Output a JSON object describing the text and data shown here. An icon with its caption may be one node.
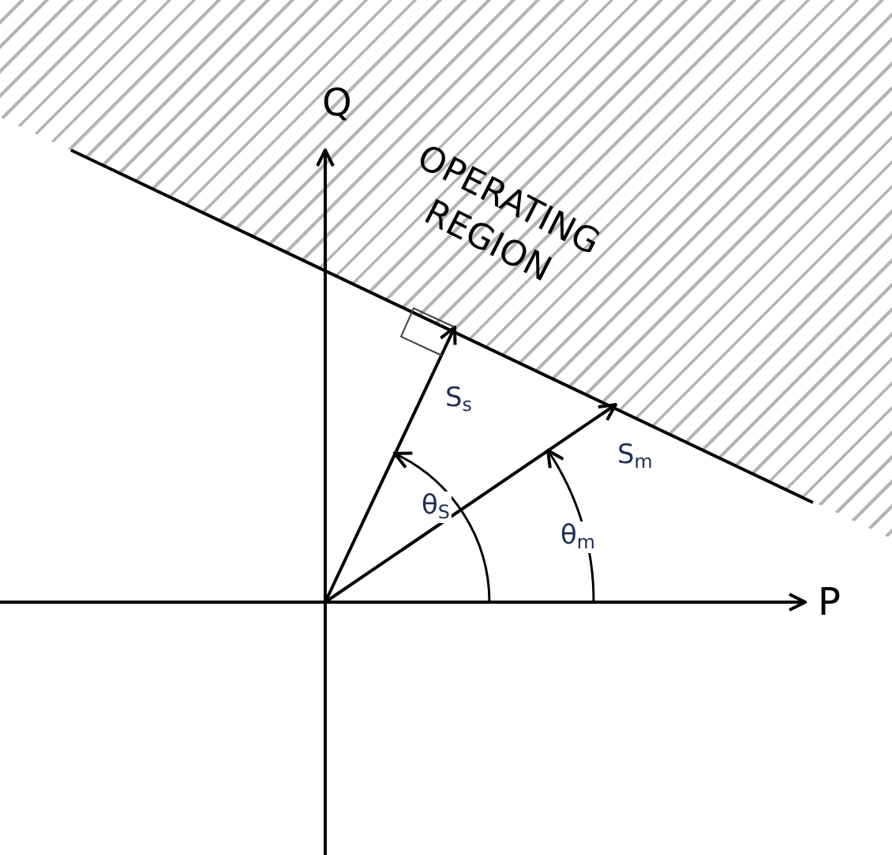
{
  "diagram": {
    "nodes": [
      {
        "text": [
          "OPERATING REGION"
        ]
      }
    ],
    "labels": [
      "Q",
      "P",
      "S$_{s}$",
      "S$_{m}$",
      "θ$_{S}$",
      "θ$_{m}$"
    ]
  }
}
